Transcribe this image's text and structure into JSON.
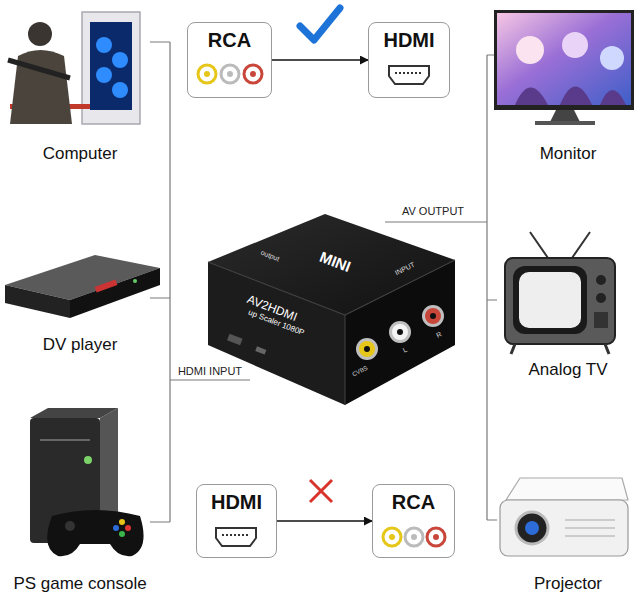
{
  "diagram": {
    "nodes": [
      {
        "text": [
          "RCA"
        ]
      },
      {
        "text": [
          "HDMI"
        ]
      },
      {
        "text": [
          "HDMI"
        ]
      },
      {
        "text": [
          "RCA"
        ]
      }
    ],
    "edges": [
      {
        "from": 0,
        "to": 1,
        "arrow": "to"
      },
      {
        "from": 2,
        "to": 3,
        "arrow": "to"
      }
    ],
    "labels": [
      "Computer",
      "DV player",
      "PS game console",
      "Monitor",
      "Analog TV",
      "Projector",
      "HDMI INPUT",
      "AV OUTPUT",
      "MINI",
      "AV2HDMI",
      "up Scaler 1080P",
      "output",
      "INPUT",
      "CVBS",
      "L",
      "R"
    ]
  }
}
